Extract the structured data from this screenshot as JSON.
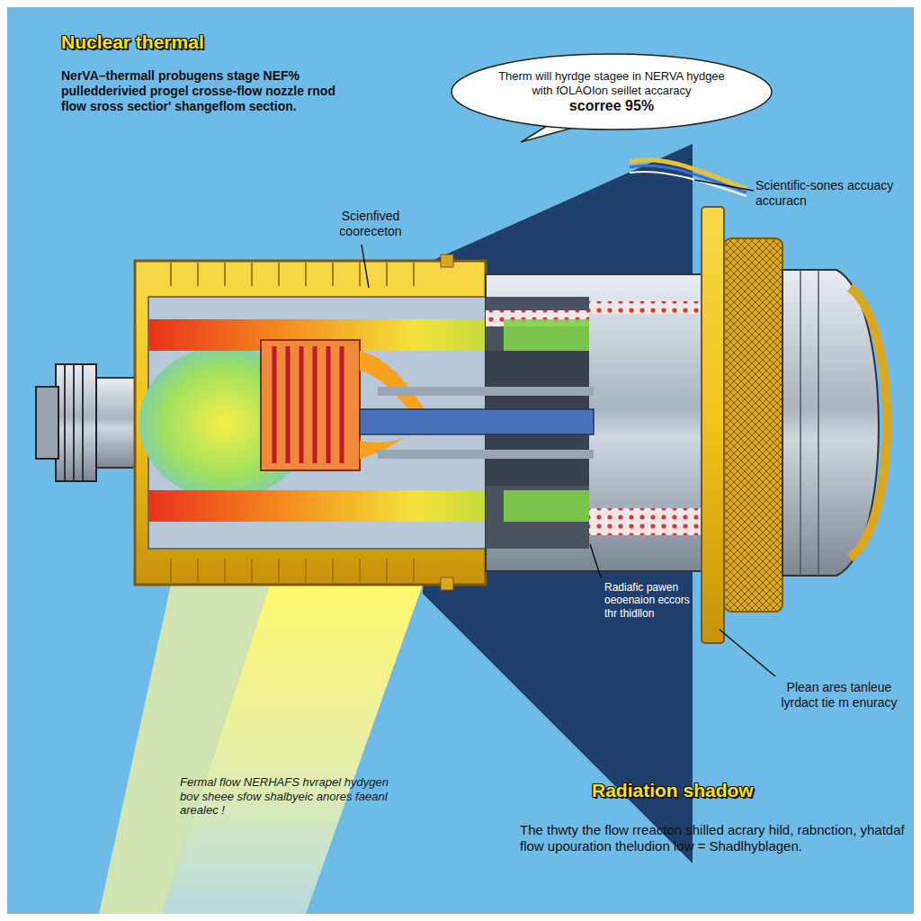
{
  "diagram": {
    "title": "Nuclear thermal",
    "nodes": [
      {
        "text": [
          "Therm will hyrdge stagee in NERVA hydgee with fOLAOIon seillet accaracy",
          "scorree 95%"
        ]
      }
    ],
    "labels": [
      "NerVA–thermall probugens stage NEF% pulledderivied progel crosse-flow nozzle rnod flow sross sectior' shangeflom section.",
      "Scientific-sones accuacy accuracn",
      "Scienfived cooreceton",
      "Radiafic pawen oeoenaion eccors thr thidllon",
      "Plean ares tanleue lyrdact tie m enuracy",
      "Radiation shadow",
      "The thwty the flow rreacton shilled acrary hild, rabnction, yhatdaf flow upouration theludion low = Shadlhyblagen.",
      "Fermal flow NERHAFS hvrapel hydygen bov sheee sfow shalbyeic anores faeanl arealec !"
    ]
  }
}
